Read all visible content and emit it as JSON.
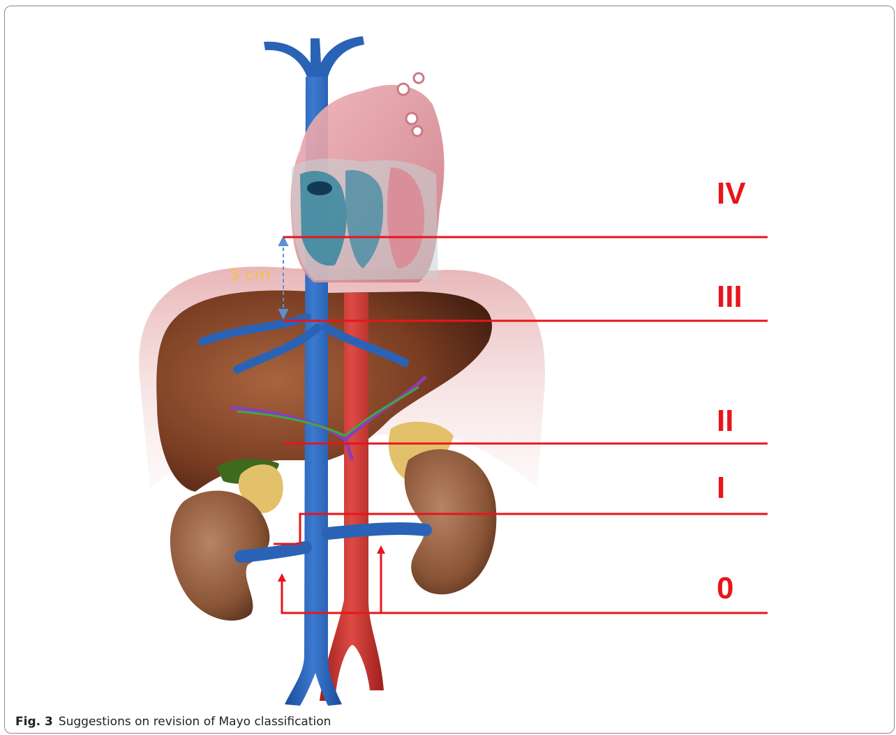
{
  "figure": {
    "caption_number": "Fig. 3",
    "caption_text": "Suggestions on revision of Mayo classification",
    "measurement_label": "3 cm"
  },
  "levels": [
    {
      "label": "IV"
    },
    {
      "label": "III"
    },
    {
      "label": "II"
    },
    {
      "label": "I"
    },
    {
      "label": "0"
    }
  ],
  "colors": {
    "level_line": "#e8151b",
    "vein": "#2a63b5",
    "artery": "#c9302c",
    "liver": "#8a4a2c",
    "kidney": "#8e5a3e",
    "adrenal": "#e3c06a",
    "heart": "#e59aa6",
    "diaphragm": "#e9b7b7",
    "measure_arrow": "#5b8fd6",
    "measure_text": "#f2c14e"
  }
}
